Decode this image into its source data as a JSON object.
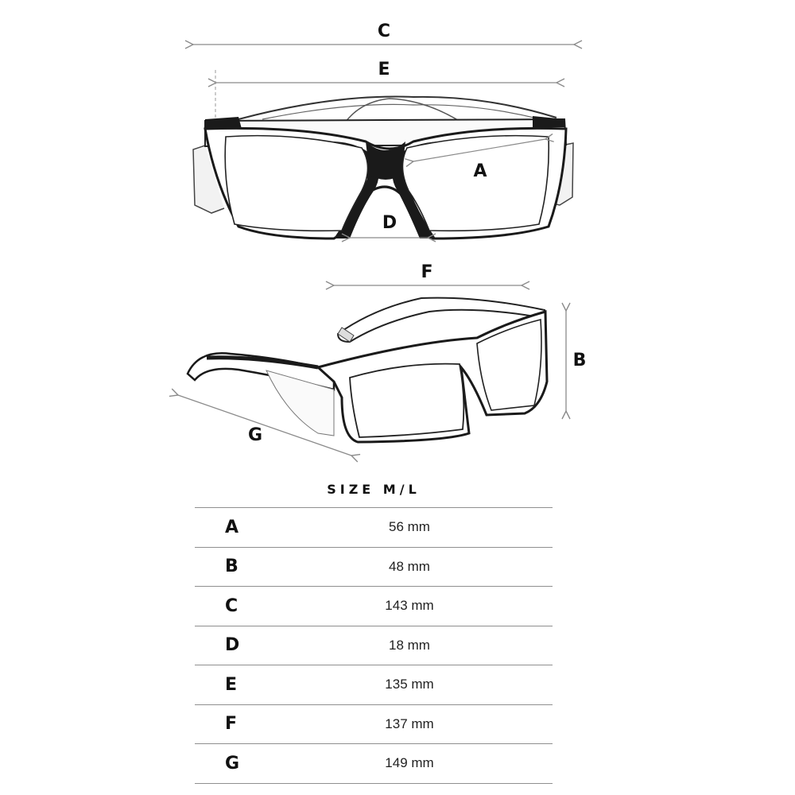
{
  "diagram": {
    "front_view": {
      "dimension_labels": {
        "C": "C",
        "E": "E",
        "A": "A",
        "D": "D"
      }
    },
    "side_view": {
      "dimension_labels": {
        "F": "F",
        "B": "B",
        "G": "G"
      }
    },
    "colors": {
      "frame": "#1a1a1a",
      "dimension_line": "#8a8a8a",
      "table_rule": "#8f8f8f"
    }
  },
  "size_table": {
    "title": "SIZE M/L",
    "rows": [
      {
        "key": "A",
        "value": "56 mm"
      },
      {
        "key": "B",
        "value": "48 mm"
      },
      {
        "key": "C",
        "value": "143 mm"
      },
      {
        "key": "D",
        "value": "18 mm"
      },
      {
        "key": "E",
        "value": "135 mm"
      },
      {
        "key": "F",
        "value": "137 mm"
      },
      {
        "key": "G",
        "value": "149 mm"
      }
    ]
  }
}
